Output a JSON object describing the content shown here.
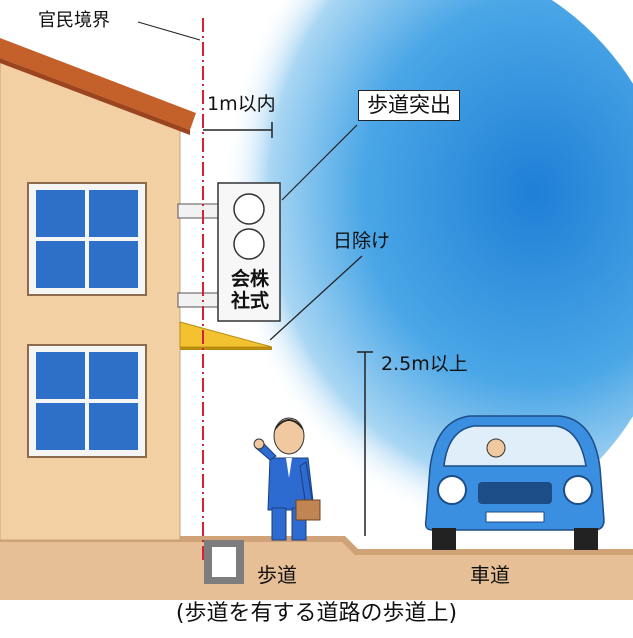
{
  "labels": {
    "boundary": "官民境界",
    "one_meter": "1m以内",
    "protrusion": "歩道突出",
    "awning": "日除け",
    "height": "2.5m以上",
    "sidewalk": "歩道",
    "roadway": "車道",
    "caption": "(歩道を有する道路の歩道上)"
  },
  "sign": {
    "line1": "会株",
    "line2": "社式"
  },
  "colors": {
    "sky": "#3b9be0",
    "building": "#f3cfa4",
    "roof": "#c4602a",
    "window": "#2e6fc8",
    "awning": "#f2c230",
    "ground": "#e6bf96",
    "car": "#3a8fe0",
    "person": "#2e6bd0",
    "boundary_line": "#d6203a"
  }
}
